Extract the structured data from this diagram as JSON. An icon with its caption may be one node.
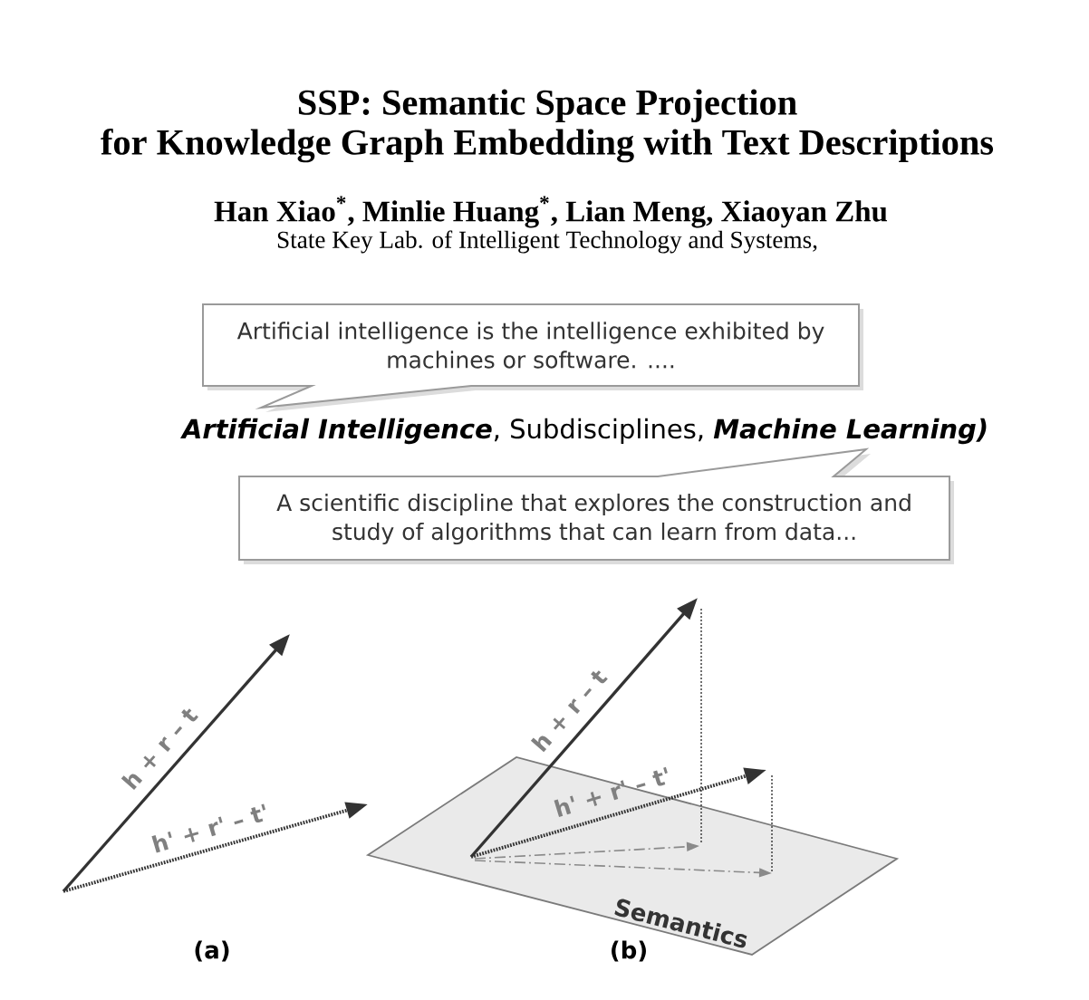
{
  "diagram": {
    "title": "SSP: Semantic Space Projection for Knowledge Graph Embedding with Text Descriptions",
    "nodes": [
      {
        "text": [
          "Artificial intelligence is the intelligence exhibited by machines or software. ...."
        ]
      },
      {
        "text": [
          "A scientific discipline that explores the construction and study of algorithms that can learn from data..."
        ]
      },
      {
        "text": [
          "Semantics"
        ]
      }
    ],
    "labels": [
      "Han Xiao$^{*}$, Minlie Huang$^{*}$, Lian Meng, Xiaoyan Zhu",
      "State Key Lab. of Intelligent Technology and Systems,",
      "**Artificial Intelligence**, Subdisciplines, **Machine Learning)**",
      "h + r – t",
      "h' + r' – t'",
      "(a)",
      "h + r – t",
      "h' + r' – t'",
      "(b)"
    ]
  }
}
